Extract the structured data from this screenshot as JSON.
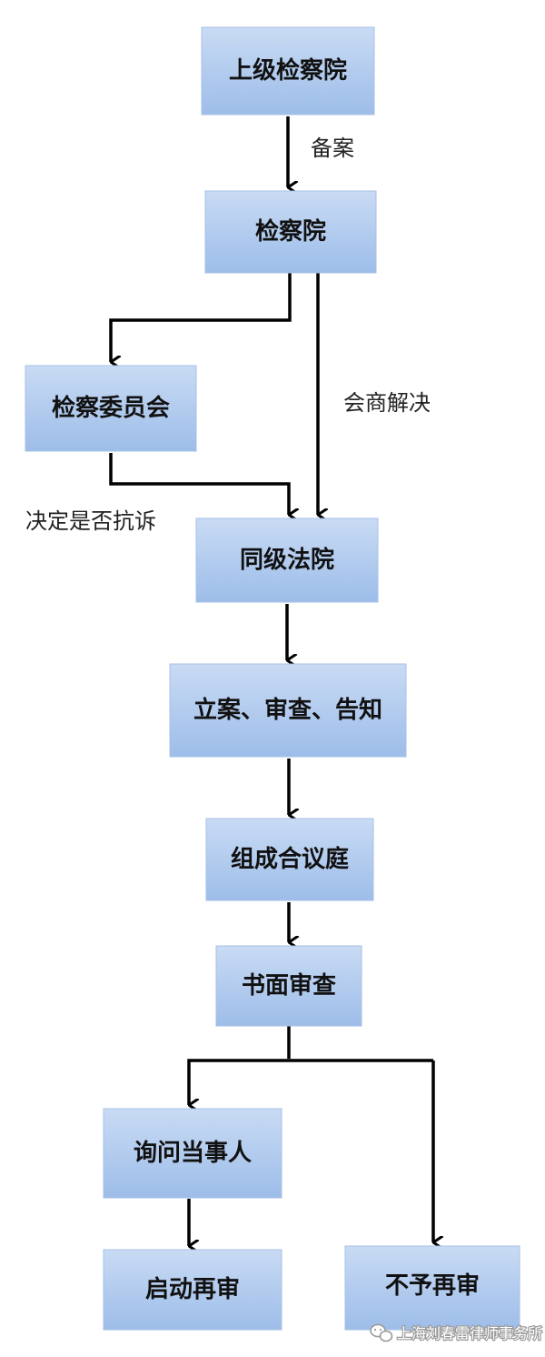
{
  "colors": {
    "node_fill_top": "#c9dbf4",
    "node_fill_bottom": "#9dbde9",
    "line": "#000000",
    "watermark": "#9a9a9a"
  },
  "nodes": {
    "superior_procuratorate": "上级检察院",
    "procuratorate": "检察院",
    "procuratorial_committee": "检察委员会",
    "same_level_court": "同级法院",
    "filing_review_notify": "立案、审查、告知",
    "collegiate_panel": "组成合议庭",
    "written_review": "书面审查",
    "question_parties": "询问当事人",
    "start_retrial": "启动再审",
    "no_retrial": "不予再审"
  },
  "edge_labels": {
    "filing": "备案",
    "consultation": "会商解决",
    "decide_protest": "决定是否抗诉"
  },
  "watermark": {
    "text": "上海刘春雷律师事务所",
    "icon": "wechat-icon"
  }
}
